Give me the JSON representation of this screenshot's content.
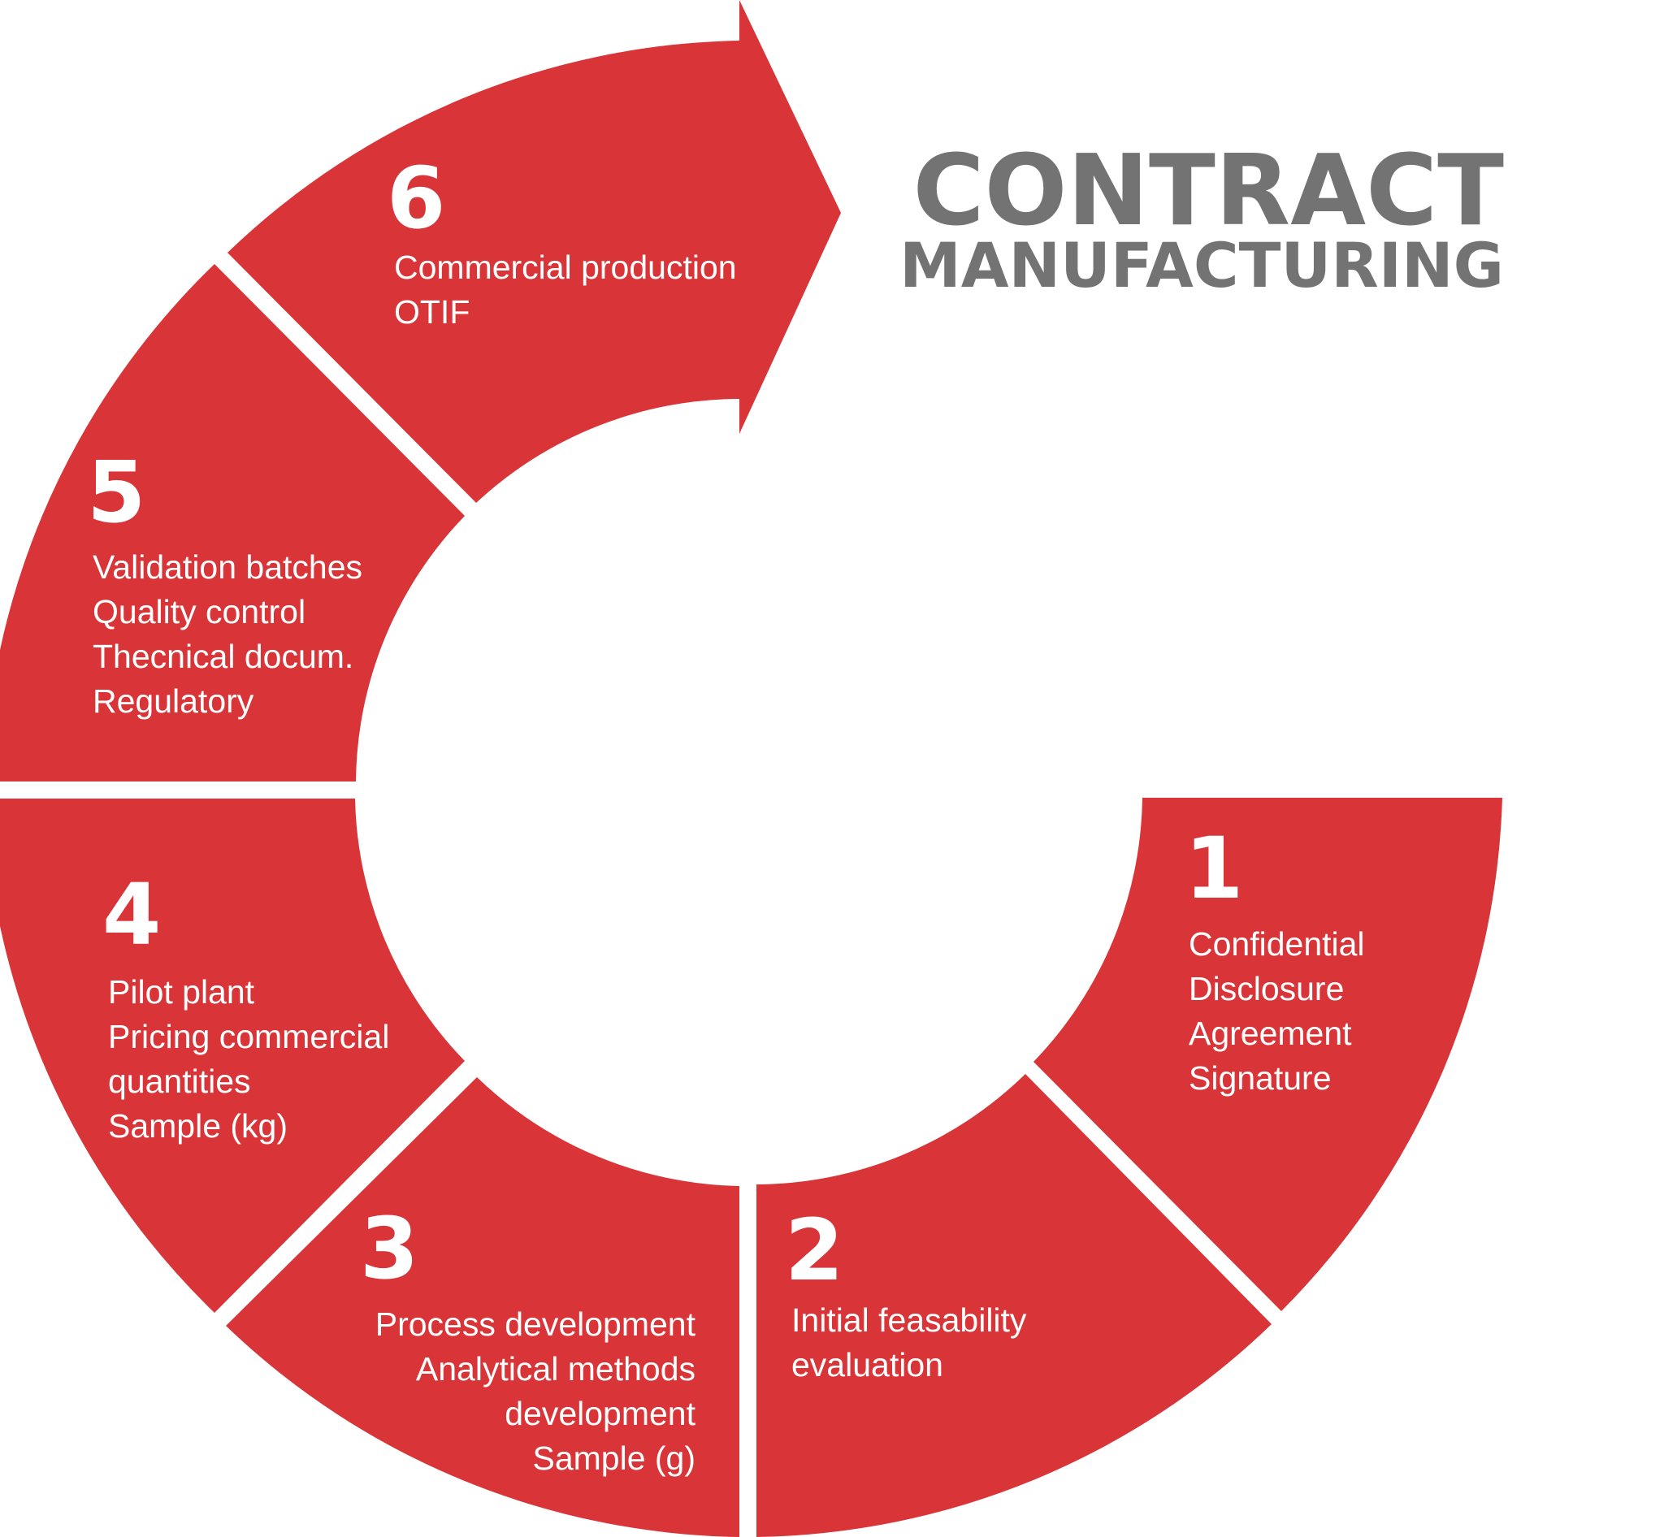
{
  "title": {
    "line1": "CONTRACT",
    "line2": "MANUFACTURING"
  },
  "colors": {
    "segment": "#d93538",
    "title": "#737373",
    "text": "#ffffff"
  },
  "steps": [
    {
      "number": "1",
      "lines": [
        "Confidential",
        "Disclosure",
        "Agreement",
        "Signature"
      ]
    },
    {
      "number": "2",
      "lines": [
        "Initial feasability",
        "evaluation"
      ]
    },
    {
      "number": "3",
      "lines": [
        "Process development",
        "Analytical methods",
        "development",
        "Sample (g)"
      ]
    },
    {
      "number": "4",
      "lines": [
        "Pilot plant",
        "Pricing commercial",
        "quantities",
        "Sample (kg)"
      ]
    },
    {
      "number": "5",
      "lines": [
        "Validation batches",
        "Quality control",
        "Thecnical docum.",
        "Regulatory"
      ]
    },
    {
      "number": "6",
      "lines": [
        "Commercial production",
        "OTIF"
      ]
    }
  ]
}
